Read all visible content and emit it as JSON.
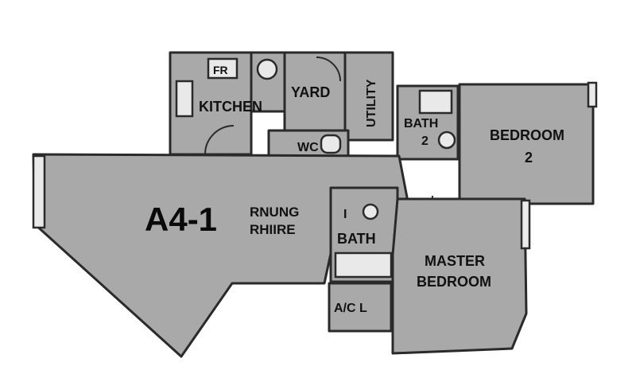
{
  "unit_code": "A4-1",
  "rooms": {
    "kitchen": "KITCHEN",
    "yard": "YARD",
    "utility": "UTILITY",
    "wc": "WC",
    "bath2_a": "BATH",
    "bath2_b": "2",
    "bedroom2_a": "BEDROOM",
    "bedroom2_b": "2",
    "living_a": "RNUNG",
    "living_b": "RHIIRE",
    "bath1_num": "I",
    "bath1": "BATH",
    "master_a": "MASTER",
    "master_b": "BEDROOM",
    "acl": "A/C L"
  },
  "fixtures": {
    "fridge": "FR"
  },
  "colors": {
    "floor": "#a9a9a9",
    "walls": "#2a2a2a",
    "background": "#ffffff"
  }
}
